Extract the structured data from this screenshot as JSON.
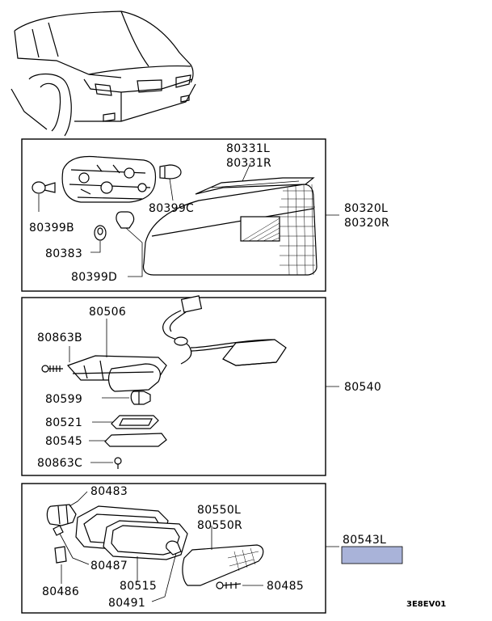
{
  "diagram": {
    "code": "3E8EV01",
    "groups": [
      {
        "leader_part": "80320L",
        "leader_part_2": "80320R",
        "parts": [
          "80331L",
          "80331R",
          "80399B",
          "80399C",
          "80383",
          "80399D"
        ]
      },
      {
        "leader_part": "80540",
        "parts": [
          "80506",
          "80863B",
          "80599",
          "80521",
          "80545",
          "80863C"
        ]
      },
      {
        "leader_part": "80543L",
        "parts": [
          "80483",
          "80550L",
          "80550R",
          "80487",
          "80486",
          "80515",
          "80491",
          "80485"
        ]
      }
    ],
    "highlight_color": "#a9b3d9"
  }
}
